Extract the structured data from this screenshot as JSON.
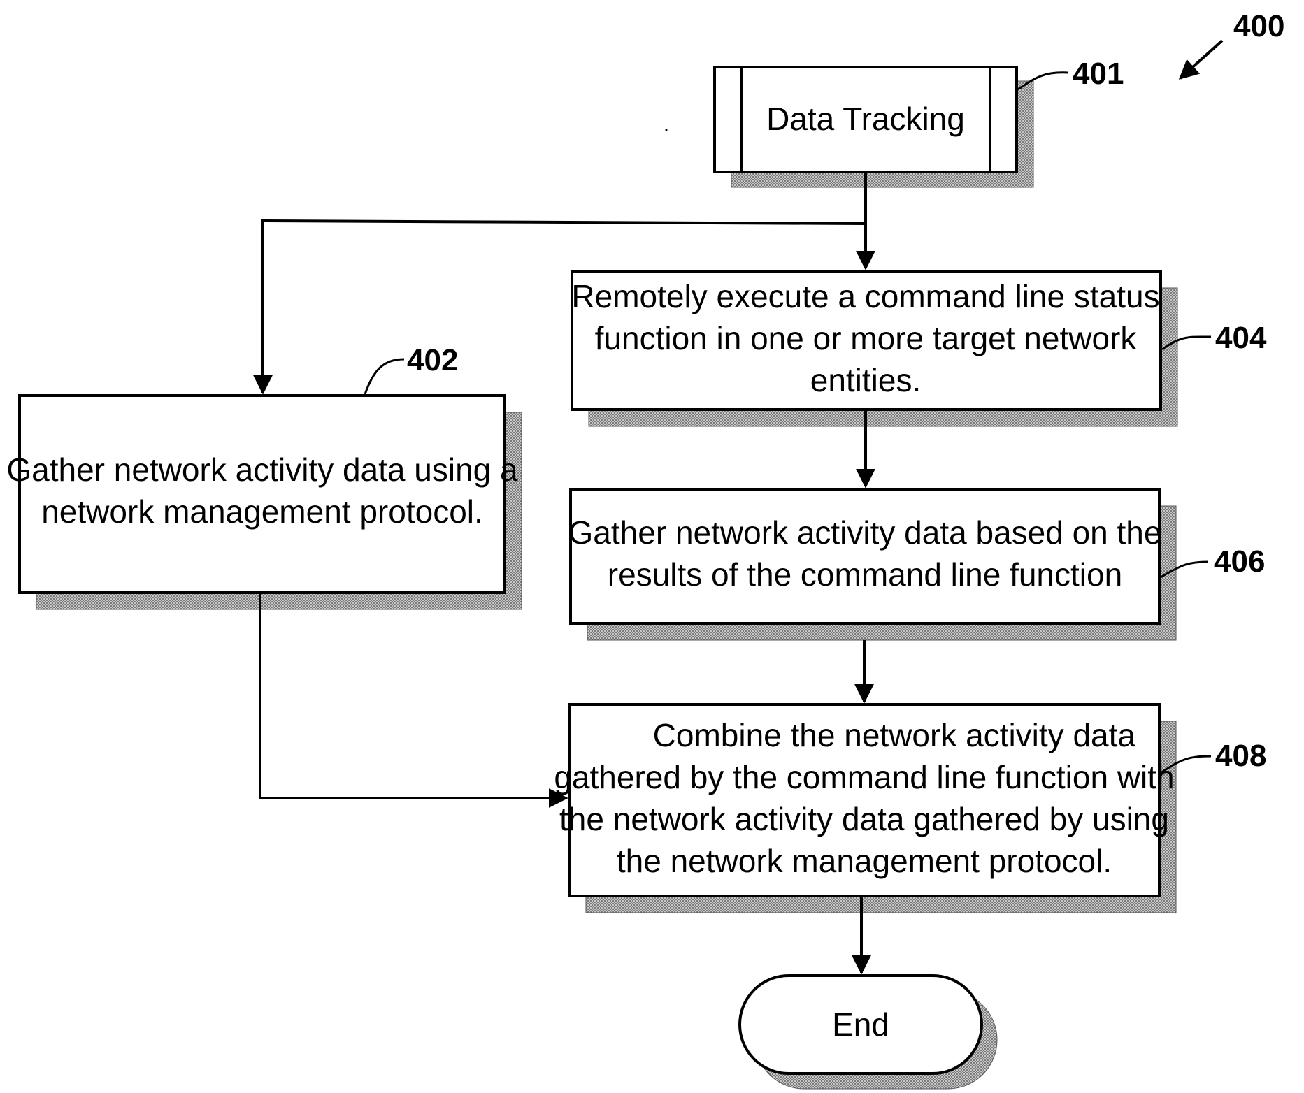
{
  "diagram": {
    "figure_ref": "400",
    "nodes": {
      "data_tracking": {
        "ref": "401",
        "lines": [
          "Data Tracking"
        ]
      },
      "gather_nmp": {
        "ref": "402",
        "lines": [
          "Gather network activity data using a",
          "network management protocol."
        ]
      },
      "remote_execute": {
        "ref": "404",
        "lines": [
          "Remotely execute a command line status",
          "function in one or more target network",
          "entities."
        ]
      },
      "gather_cli": {
        "ref": "406",
        "lines": [
          "Gather network activity data based on the",
          "results of the command line function"
        ]
      },
      "combine": {
        "ref": "408",
        "lines": [
          "Combine the network activity data",
          "gathered by the command line function with",
          "the network activity data gathered by using",
          "the network management protocol."
        ]
      },
      "end": {
        "lines": [
          "End"
        ]
      }
    },
    "colors": {
      "stroke": "#000000",
      "fill": "#ffffff",
      "shadow": "#9a9a9a"
    }
  }
}
